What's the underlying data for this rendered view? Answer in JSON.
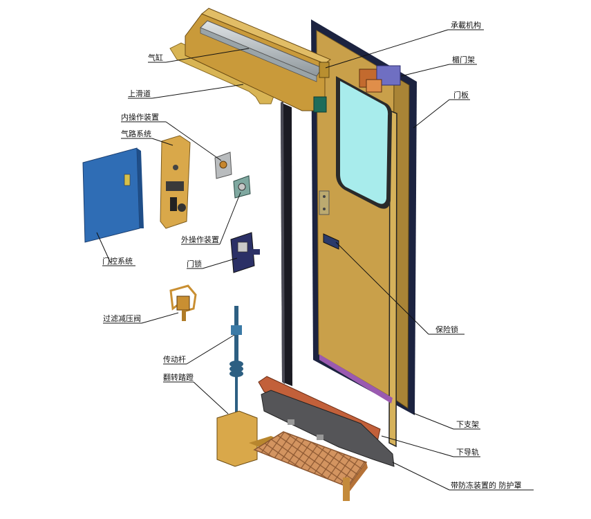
{
  "labels": {
    "bearing_mechanism": "承載机构",
    "air_cylinder": "气缸",
    "lintel_frame": "楣门架",
    "upper_slide": "上滑道",
    "door_panel": "门板",
    "inner_operating_device": "内操作装置",
    "pneumatic_system": "气路系统",
    "door_control_system": "门控系统",
    "outer_operating_device": "外操作装置",
    "door_lock": "门锁",
    "filter_pressure_reducing_valve": "过滤减压阀",
    "safety_lock": "保险锁",
    "drive_rod": "传动杆",
    "flip_step": "翻转踏蹬",
    "lower_bracket": "下支架",
    "lower_guide_rail": "下导轨",
    "antifreeze_guard": "带防冻装置的 防护罩"
  },
  "colors": {
    "door_gold": "#c9a04a",
    "door_frame": "#1c2340",
    "window_glass": "#a8ecec",
    "control_box": "#2f6db5",
    "rod_blue": "#2d5f82",
    "rail_orange": "#c2603a",
    "guard_gray": "#555558",
    "purple_seal": "#9a5ab0"
  }
}
